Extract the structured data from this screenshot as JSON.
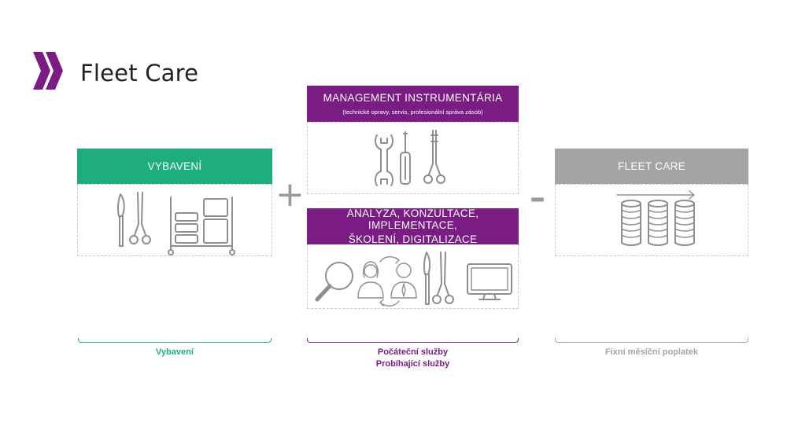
{
  "page": {
    "title": "Fleet Care"
  },
  "colors": {
    "green": "#1dae7c",
    "purple": "#7a1c84",
    "gray": "#a4a4a4",
    "icon": "#8e8e8e"
  },
  "boxes": {
    "equipment": {
      "header": "VYBAVENÍ"
    },
    "management": {
      "header": "MANAGEMENT INSTRUMENTÁRIA",
      "subheader": "(technické opravy, servis, profesionální správa zásob)"
    },
    "analysis": {
      "header_line1": "ANALÝZA, KONZULTACE, IMPLEMENTACE,",
      "header_line2": "ŠKOLENÍ, DIGITALIZACE"
    },
    "fleet": {
      "header": "FLEET CARE"
    }
  },
  "operators": {
    "plus": "+",
    "minus": "–"
  },
  "footer": {
    "equipment": "Vybavení",
    "services_line1": "Počáteční služby",
    "services_line2": "Probíhající služby",
    "fee": "Fixní měsíční poplatek"
  }
}
